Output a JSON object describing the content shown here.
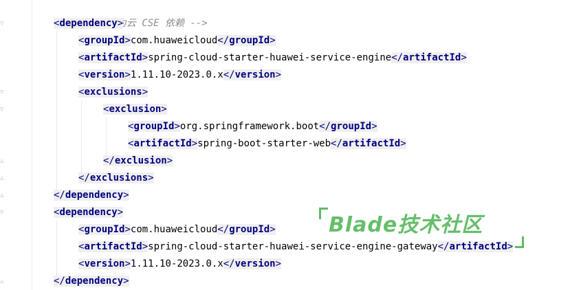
{
  "comment": "<!-- 华为云 CSE 依赖 -->",
  "lines": {
    "l1_open": "dependency",
    "l2_tag": "groupId",
    "l2_val": "com.huaweicloud",
    "l3_tag": "artifactId",
    "l3_val": "spring-cloud-starter-huawei-service-engine",
    "l4_tag": "version",
    "l4_val": "1.11.10-2023.0.x",
    "l5_open": "exclusions",
    "l6_open": "exclusion",
    "l7_tag": "groupId",
    "l7_val": "org.springframework.boot",
    "l8_tag": "artifactId",
    "l8_val": "spring-boot-starter-web",
    "l9_close": "exclusion",
    "l10_close": "exclusions",
    "l11_close": "dependency",
    "l12_open": "dependency",
    "l13_tag": "groupId",
    "l13_val": "com.huaweicloud",
    "l14_tag": "artifactId",
    "l14_val": "spring-cloud-starter-huawei-service-engine-gateway",
    "l15_tag": "version",
    "l15_val": "1.11.10-2023.0.x",
    "l16_close": "dependency"
  },
  "watermark": {
    "text": "Blade技术社区"
  },
  "colors": {
    "tag": "#000080",
    "comment": "#8c8c8c",
    "watermark": "#5dbb63",
    "tag_bg": "#efefef"
  }
}
